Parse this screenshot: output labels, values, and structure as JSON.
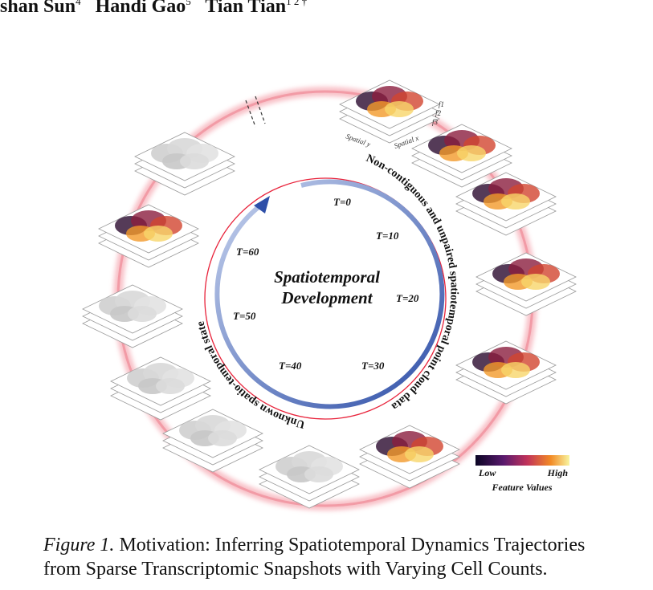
{
  "header": {
    "authors": [
      {
        "name": "shan Sun",
        "sup": "4"
      },
      {
        "name": "Handi Gao",
        "sup": "5"
      },
      {
        "name": "Tian Tian",
        "sup": "1 2 †"
      }
    ]
  },
  "figure": {
    "center_title_line1": "Spatiotemporal",
    "center_title_line2": "Development",
    "time_labels": [
      "T=0",
      "T=10",
      "T=20",
      "T=30",
      "T=40",
      "T=50",
      "T=60"
    ],
    "outer_text_right": "Non-contiguous and unpaired spatiotemporal point cloud data",
    "outer_text_left": "Unknown spatio-temporal state",
    "axis_labels": {
      "spatial_y": "Spatial y",
      "spatial_x": "Spatial x",
      "f1": "f1",
      "f2": "f2",
      "f3": "f3"
    },
    "colorbar": {
      "low": "Low",
      "high": "High",
      "title": "Feature Values"
    },
    "colors": {
      "inner_arrow_dark": "#2e4fa8",
      "inner_arrow_light": "#c7d3ee",
      "ring": "#e8223a",
      "ring_glow": "#f7b6be"
    }
  },
  "caption": {
    "label": "Figure 1.",
    "text": "Motivation: Inferring Spatiotemporal Dynamics Trajectories from Sparse Transcriptomic Snapshots with Varying Cell Counts."
  }
}
